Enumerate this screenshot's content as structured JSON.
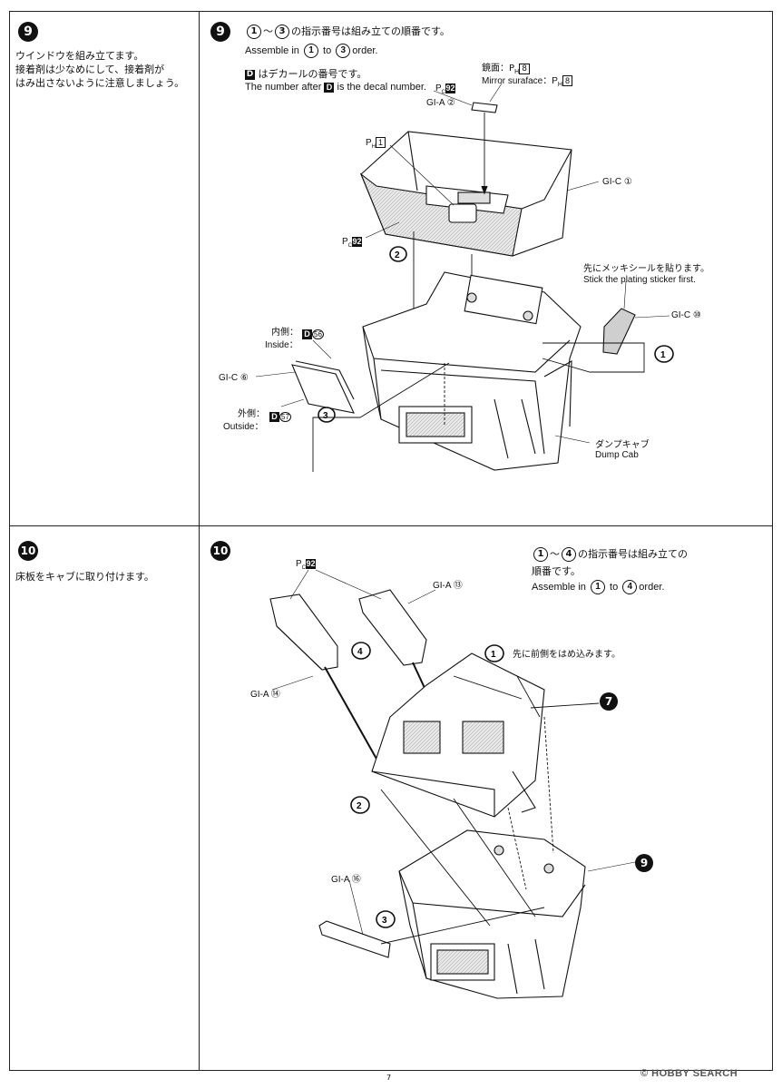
{
  "step9": {
    "number": "9",
    "left_text": [
      "ウインドウを組み立てます。",
      "接着剤は少なめにして、接着剤が",
      "はみ出さないように注意しましょう。"
    ],
    "order_jp_tail": "の指示番号は組み立ての順番です。",
    "order_en_prefix": "Assemble in",
    "order_en_mid": "to",
    "order_en_tail": "order.",
    "order_start": "1",
    "order_end": "3",
    "decal_jp": "はデカールの番号です。",
    "decal_en_prefix": "The number after",
    "decal_en_tail": "is the decal number.",
    "decal_letter": "D",
    "mirror_jp": "鏡面：P",
    "mirror_jp_sub": "H",
    "mirror_num": "8",
    "mirror_en": "Mirror suraface：P",
    "labels": {
      "pc92_top": "92",
      "gia2": "GI-A ②",
      "ph1": "1",
      "gic1": "GI-C ①",
      "pc92_mid": "92",
      "plating_jp": "先にメッキシールを貼ります。",
      "plating_en": "Stick the plating sticker first.",
      "gic10": "GI-C ⑩",
      "inside_jp": "内側：",
      "inside_en": "Inside：",
      "decal56": "56",
      "gic6": "GI-C ⑥",
      "outside_jp": "外側：",
      "outside_en": "Outside：",
      "decal57": "57",
      "dump_jp": "ダンプキャブ",
      "dump_en": "Dump Cab"
    },
    "arrows": [
      "1",
      "2",
      "3"
    ]
  },
  "step10": {
    "number": "10",
    "left_text": "床板をキャブに取り付けます。",
    "order_jp_tail": "の指示番号は組み立ての",
    "order_jp_line2": "順番です。",
    "order_en_prefix": "Assemble in",
    "order_en_mid": "to",
    "order_en_tail": "order.",
    "order_start": "1",
    "order_end": "4",
    "labels": {
      "pc92": "92",
      "gia13": "GI-A ⑬",
      "gia14": "GI-A ⑭",
      "front_first": "先に前側をはめ込みます。",
      "gia16": "GI-A ⑯",
      "ref7": "7",
      "ref9": "9"
    },
    "arrows": [
      "1",
      "2",
      "3",
      "4"
    ]
  },
  "footer": {
    "page": "7",
    "watermark": "© HOBBY SEARCH"
  }
}
